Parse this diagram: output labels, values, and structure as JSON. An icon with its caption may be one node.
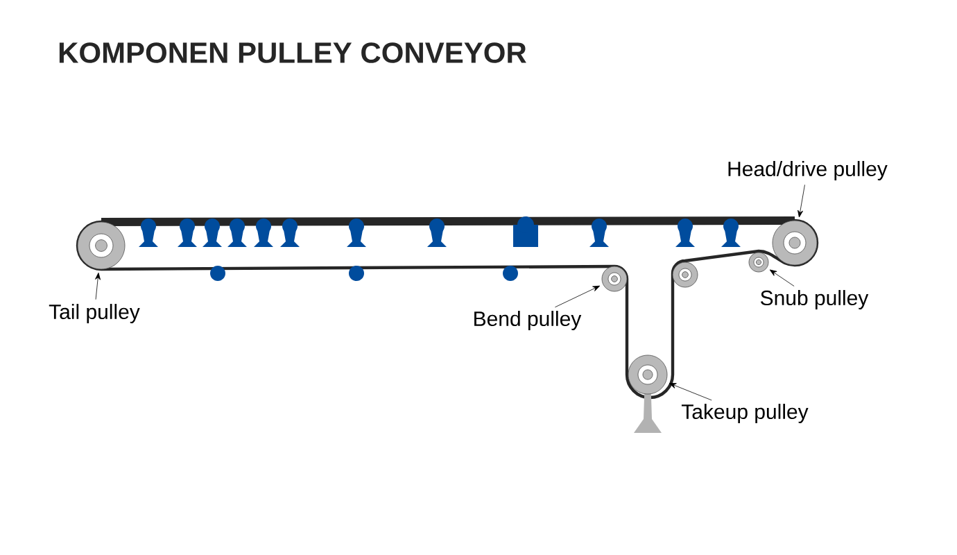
{
  "diagram": {
    "title": "KOMPONEN PULLEY CONVEYOR",
    "nodes": [
      {
        "text": [
          "Head/drive pulley"
        ]
      },
      {
        "text": [],
        "shape": "circle"
      },
      {
        "text": [],
        "shape": "circle"
      },
      {
        "text": [],
        "shape": "circle"
      },
      {
        "text": [],
        "shape": "circle"
      },
      {
        "text": [
          "Snub pulley"
        ]
      },
      {
        "text": [
          "Tail pulley"
        ]
      },
      {
        "text": [
          "Bend pulley"
        ]
      },
      {
        "text": [],
        "shape": "circle"
      },
      {
        "text": [
          "Takeup pulley"
        ]
      },
      {
        "text": [],
        "shape": "circle"
      }
    ],
    "edges": [
      {
        "from": 0,
        "to": 1,
        "arrow": "to"
      },
      {
        "from": 5,
        "to": 3,
        "arrow": "to"
      },
      {
        "from": 6,
        "to": 2,
        "arrow": "to"
      },
      {
        "from": 7,
        "to": 4,
        "arrow": "to"
      },
      {
        "from": 9,
        "to": 8,
        "arrow": "to"
      }
    ]
  }
}
